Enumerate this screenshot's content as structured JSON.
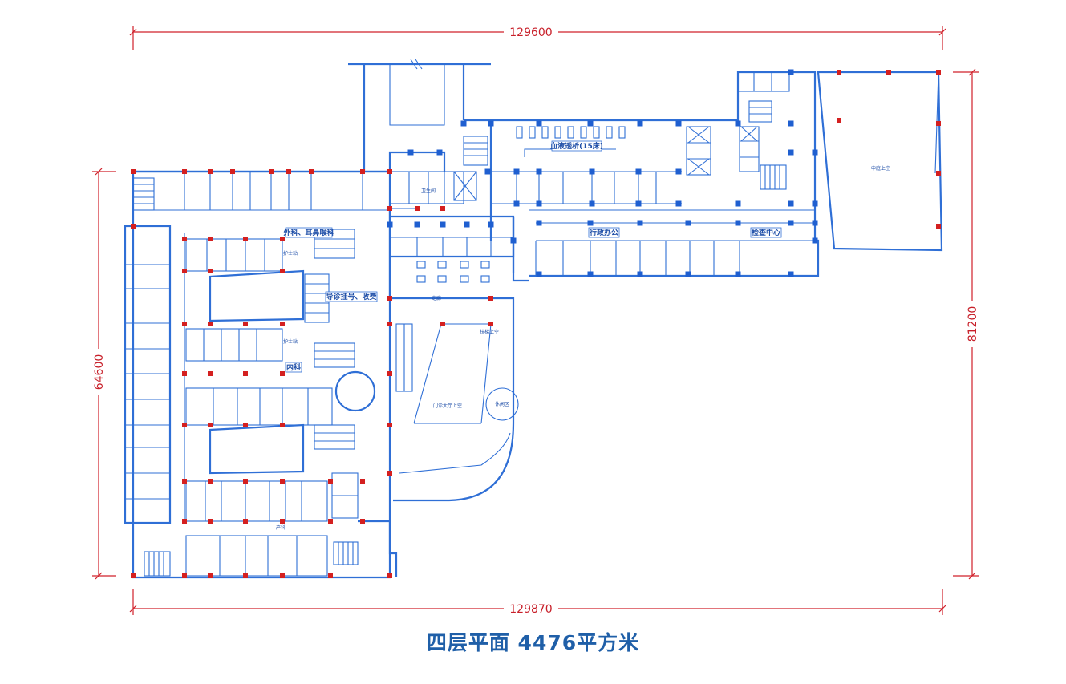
{
  "plan_title": "四层平面 4476平方米",
  "dimensions": {
    "top": "129600",
    "bottom": "129870",
    "left": "64600",
    "right": "81200"
  },
  "colors": {
    "wall": "#2f6fd6",
    "column": "#1f5fd0",
    "column_red": "#d42020",
    "dimension_line": "#d0202a",
    "title": "#1f5fa8"
  },
  "labels": {
    "blood_purify": "血液透析(15床)",
    "admin_office": "行政办公",
    "surgical_ward": "外科、耳鼻喉科",
    "medical_ward": "内科",
    "checkup_center": "检查中心",
    "registration": "导诊挂号、收费",
    "nurse_station": "护士站",
    "nurse_station_2": "护士站",
    "atrium_hall": "门诊大厅上空",
    "atrium_right": "中庭上空",
    "rest_area": "休闲区",
    "escalator_label": "扶梯上空",
    "public_toilet": "卫生间",
    "corridor": "走廊",
    "delivery": "产科"
  }
}
